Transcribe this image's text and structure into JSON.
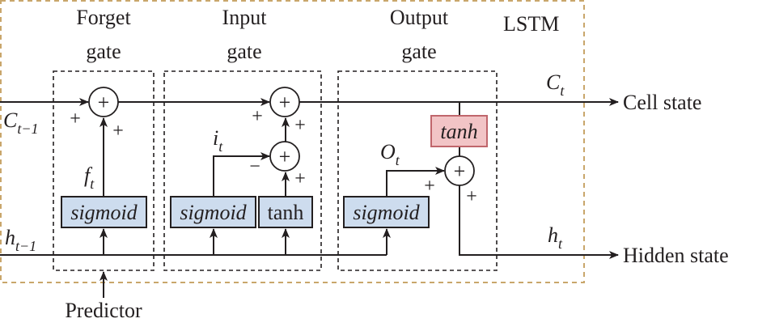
{
  "title": "LSTM",
  "gates": {
    "forget": {
      "line1": "Forget",
      "line2": "gate"
    },
    "input": {
      "line1": "Input",
      "line2": "gate"
    },
    "output": {
      "line1": "Output",
      "line2": "gate"
    }
  },
  "blocks": {
    "forget_activation": "sigmoid",
    "input_activation": "sigmoid",
    "input_candidate": "tanh",
    "output_activation": "sigmoid",
    "cell_tanh": "tanh"
  },
  "variables": {
    "c_prev": {
      "main": "C",
      "sub": "t−1"
    },
    "h_prev": {
      "main": "h",
      "sub": "t−1"
    },
    "c_t": {
      "main": "C",
      "sub": "t"
    },
    "h_t": {
      "main": "h",
      "sub": "t"
    },
    "f_t": {
      "main": "f",
      "sub": "t"
    },
    "i_t": {
      "main": "i",
      "sub": "t"
    },
    "o_t": {
      "main": "O",
      "sub": "t"
    }
  },
  "operator_symbol": "+",
  "signs": {
    "plus": "+",
    "minus": "−"
  },
  "outputs": {
    "cell_state": "Cell state",
    "hidden_state": "Hidden state"
  },
  "input_label": "Predictor",
  "colors": {
    "sigmoid_fill": "#cddcee",
    "tanh_cell_fill": "#f2c4c6",
    "lstm_border": "#c9a66b"
  }
}
